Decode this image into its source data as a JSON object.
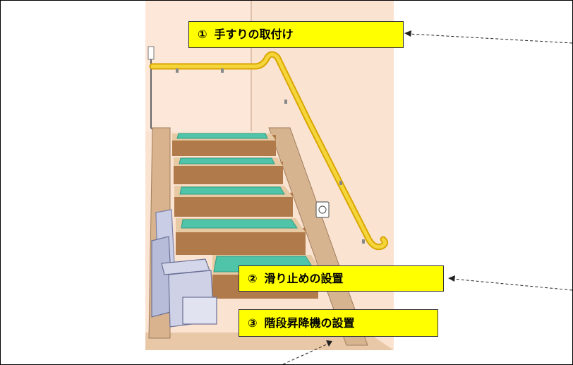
{
  "callouts": [
    {
      "number": "①",
      "label": "手すりの取付け"
    },
    {
      "number": "②",
      "label": "滑り止めの設置"
    },
    {
      "number": "③",
      "label": "階段昇降機の設置"
    }
  ],
  "colors": {
    "callout_bg": "#ffff00",
    "wall": "#fbe3d2",
    "tread_mat": "#4fc4a8",
    "riser": "#b07a4a",
    "handrail": "#f2c51a",
    "stairlift": "#c9cde6"
  }
}
